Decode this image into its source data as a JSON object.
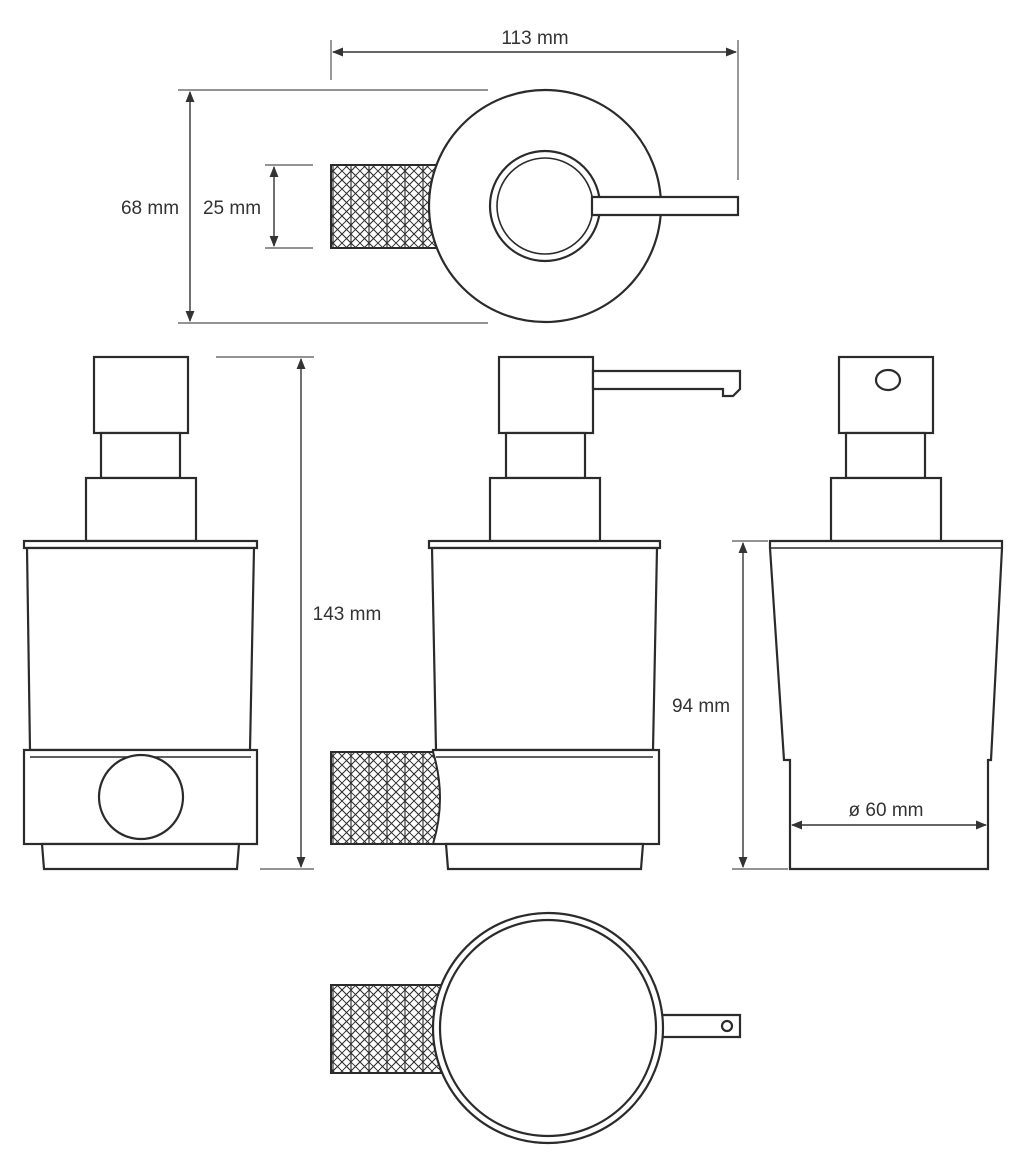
{
  "dimensions": {
    "width_top": "113 mm",
    "depth_total": "68 mm",
    "knurl_height": "25 mm",
    "height_total": "143 mm",
    "cup_height": "94 mm",
    "cup_diameter": "ø 60 mm"
  },
  "views": [
    "top-view",
    "front-view",
    "side-view",
    "back-view",
    "bottom-view"
  ],
  "colors": {
    "line": "#2b2b2b",
    "dimension": "#333333",
    "background": "#ffffff"
  }
}
